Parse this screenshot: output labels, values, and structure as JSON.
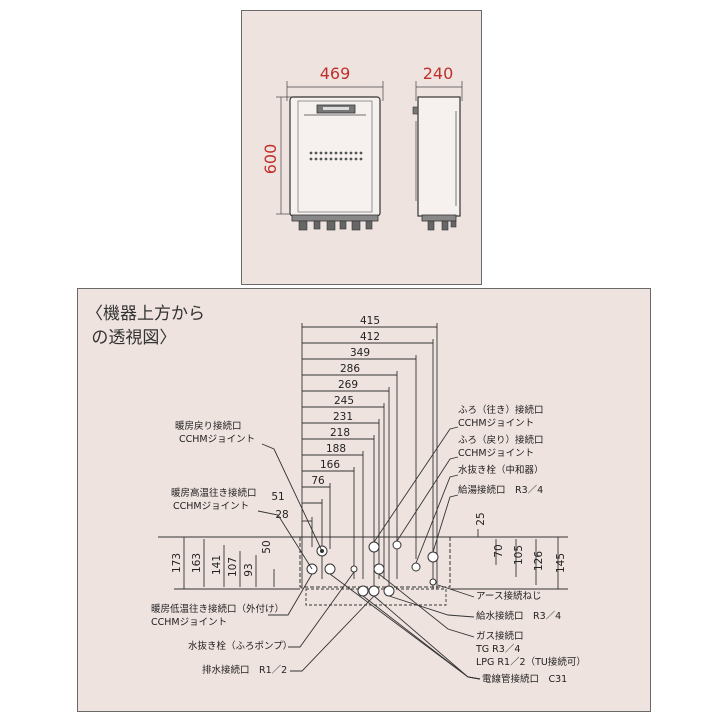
{
  "top_view": {
    "width_label": "469",
    "depth_label": "240",
    "height_label": "600",
    "accent_color": "#c0302b"
  },
  "bottom_view": {
    "heading_line1": "〈機器上方から",
    "heading_line2": " の透視図〉",
    "horizontal_dims": [
      "415",
      "412",
      "349",
      "286",
      "269",
      "245",
      "231",
      "218",
      "188",
      "166",
      "76",
      "51",
      "28"
    ],
    "vertical_dims_left": [
      "173",
      "163",
      "141",
      "107",
      "93",
      "50"
    ],
    "vertical_dims_right": [
      "25",
      "70",
      "105",
      "126",
      "145"
    ],
    "labels_left": {
      "heating_return": "暖房戻り接続口",
      "heating_return_sub": "CCHMジョイント",
      "heating_high_supply": "暖房高温往き接続口",
      "heating_high_supply_sub": "CCHMジョイント",
      "heating_low_supply": "暖房低温往き接続口（外付け）",
      "heating_low_supply_sub": "CCHMジョイント",
      "drain_plug_pump": "水抜き栓（ふろポンプ）",
      "drain_connection": "排水接続口　R1／2"
    },
    "labels_right": {
      "bath_supply": "ふろ（往き）接続口",
      "bath_supply_sub": "CCHMジョイント",
      "bath_return": "ふろ（戻り）接続口",
      "bath_return_sub": "CCHMジョイント",
      "drain_plug_mid": "水抜き栓（中和器）",
      "hot_water": "給湯接続口　R3／4",
      "earth_screw": "アース接続ねじ",
      "water_supply": "給水接続口　R3／4",
      "gas": "ガス接続口",
      "gas_tg": "TG R3／4",
      "gas_lpg": "LPG R1／2（TU接続可）",
      "conduit": "電線管接続口　C31"
    }
  }
}
